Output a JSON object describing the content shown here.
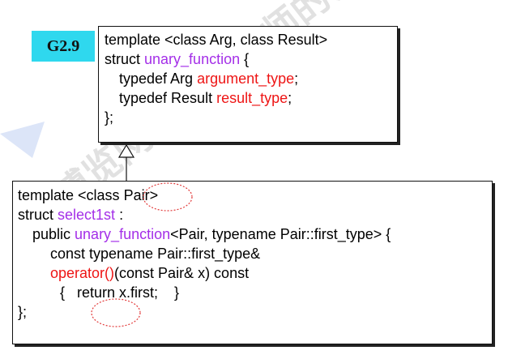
{
  "badge": {
    "label": "G2.9"
  },
  "colors": {
    "keyword": "#a42fe8",
    "highlight": "#ee1515",
    "badge": "#2fd8ee"
  },
  "watermark_text": "博览网 · 侯捷老师的课程讲义 · 勿上传",
  "top_box": {
    "l1": "template <class Arg, class Result>",
    "l2_prefix": "struct ",
    "l2_name": "unary_function",
    "l2_suffix": " {",
    "l3_prefix": "typedef Arg ",
    "l3_name": "argument_type",
    "l3_suffix": ";",
    "l4_prefix": "typedef Result ",
    "l4_name": "result_type",
    "l4_suffix": ";",
    "l5": "};"
  },
  "bottom_box": {
    "l1_prefix": "template <class ",
    "l1_param": "Pair",
    "l1_suffix": ">",
    "l2_prefix": "struct ",
    "l2_name": "select1st",
    "l2_suffix": " :",
    "l3_prefix": "public ",
    "l3_name": "unary_function",
    "l3_suffix": "<Pair, typename Pair::first_type> {",
    "l4": "const typename Pair::first_type&",
    "l5_name": "operator()",
    "l5_suffix": "(const Pair& x) const",
    "l6_prefix": "{   return ",
    "l6_expr": "x.first",
    "l6_suffix": ";    }",
    "l7": "};"
  }
}
